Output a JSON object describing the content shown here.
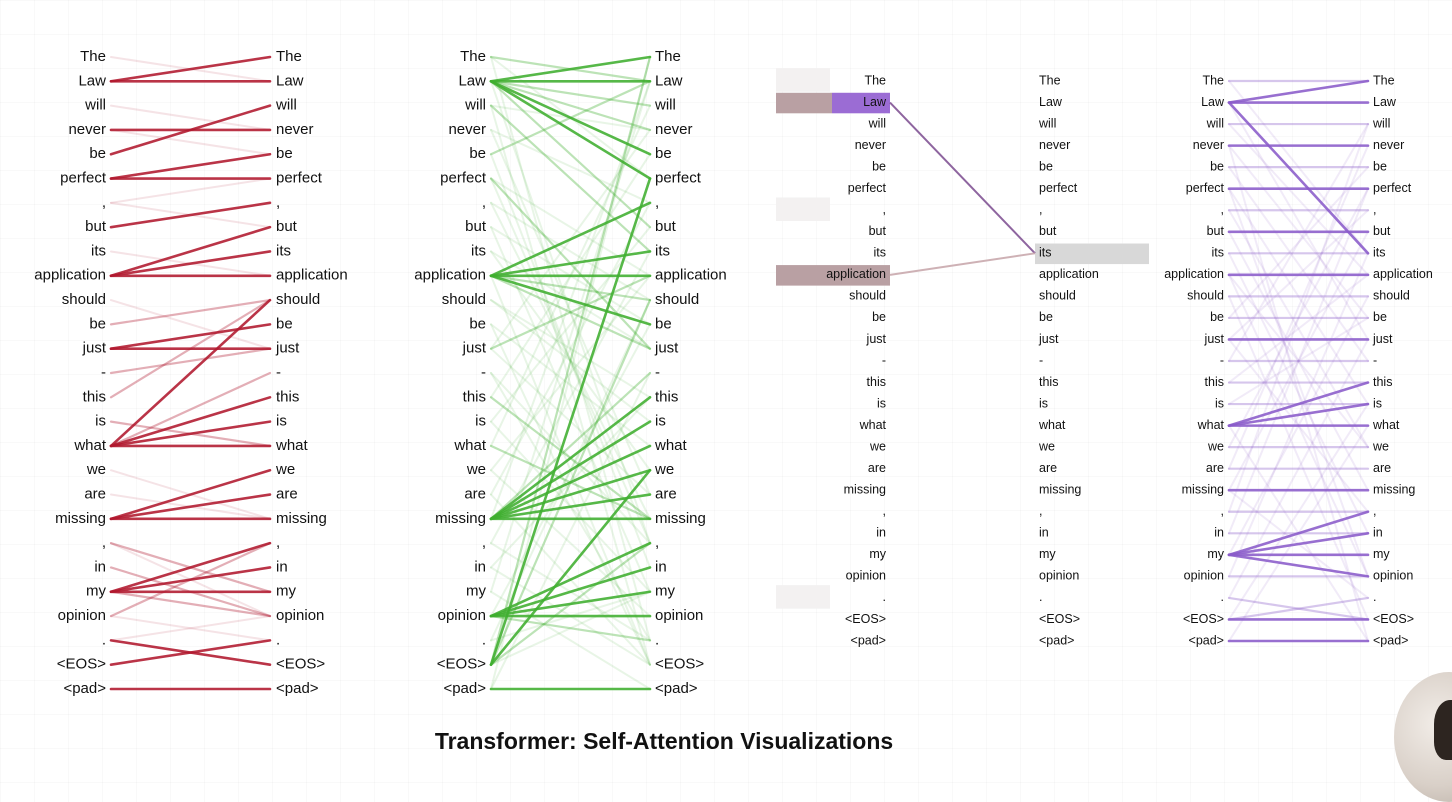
{
  "tokens": [
    "The",
    "Law",
    "will",
    "never",
    "be",
    "perfect",
    ",",
    "but",
    "its",
    "application",
    "should",
    "be",
    "just",
    "-",
    "this",
    "is",
    "what",
    "we",
    "are",
    "missing",
    ",",
    "in",
    "my",
    "opinion",
    ".",
    "<EOS>",
    "<pad>"
  ],
  "caption": "Transformer: Self-Attention Visualizations",
  "colors": {
    "red": "#b0182e",
    "green": "#3fae2f",
    "purple": "#8a5bc9",
    "highlight_purple": "#9b6cd4",
    "highlight_mauve": "#b9a0a3",
    "highlight_gray": "#d8d8d8",
    "mauve_line": "#c9a9ad"
  },
  "panels": [
    {
      "name": "panel-red",
      "color": "red",
      "strong": [
        [
          1,
          0
        ],
        [
          1,
          1
        ],
        [
          4,
          2
        ],
        [
          3,
          3
        ],
        [
          5,
          4
        ],
        [
          5,
          5
        ],
        [
          9,
          7
        ],
        [
          7,
          6
        ],
        [
          9,
          8
        ],
        [
          9,
          9
        ],
        [
          12,
          11
        ],
        [
          12,
          12
        ],
        [
          16,
          14
        ],
        [
          16,
          15
        ],
        [
          16,
          16
        ],
        [
          16,
          10
        ],
        [
          19,
          17
        ],
        [
          19,
          18
        ],
        [
          19,
          19
        ],
        [
          22,
          20
        ],
        [
          22,
          21
        ],
        [
          22,
          22
        ],
        [
          25,
          24
        ],
        [
          24,
          25
        ],
        [
          26,
          26
        ]
      ],
      "medium": [
        [
          11,
          10
        ],
        [
          14,
          10
        ],
        [
          16,
          13
        ],
        [
          22,
          23
        ],
        [
          23,
          20
        ],
        [
          21,
          23
        ],
        [
          13,
          12
        ],
        [
          15,
          16
        ],
        [
          20,
          22
        ]
      ],
      "faint": [
        [
          2,
          3
        ],
        [
          6,
          7
        ],
        [
          8,
          9
        ],
        [
          10,
          12
        ],
        [
          17,
          19
        ],
        [
          18,
          19
        ],
        [
          20,
          23
        ],
        [
          24,
          23
        ],
        [
          23,
          24
        ],
        [
          3,
          4
        ],
        [
          0,
          1
        ],
        [
          6,
          5
        ]
      ]
    },
    {
      "name": "panel-green",
      "color": "green",
      "strong": [
        [
          1,
          0
        ],
        [
          1,
          4
        ],
        [
          1,
          5
        ],
        [
          1,
          1
        ],
        [
          9,
          8
        ],
        [
          9,
          9
        ],
        [
          9,
          11
        ],
        [
          9,
          6
        ],
        [
          19,
          14
        ],
        [
          19,
          15
        ],
        [
          19,
          16
        ],
        [
          19,
          17
        ],
        [
          19,
          18
        ],
        [
          19,
          19
        ],
        [
          23,
          20
        ],
        [
          23,
          21
        ],
        [
          23,
          22
        ],
        [
          23,
          23
        ],
        [
          25,
          5
        ],
        [
          25,
          17
        ],
        [
          26,
          26
        ]
      ],
      "medium": [
        [
          1,
          2
        ],
        [
          1,
          3
        ],
        [
          1,
          7
        ],
        [
          9,
          10
        ],
        [
          9,
          12
        ],
        [
          19,
          13
        ],
        [
          23,
          24
        ],
        [
          25,
          10
        ],
        [
          25,
          0
        ],
        [
          25,
          20
        ],
        [
          0,
          1
        ],
        [
          4,
          1
        ],
        [
          12,
          9
        ],
        [
          16,
          19
        ],
        [
          14,
          19
        ],
        [
          2,
          8
        ],
        [
          5,
          12
        ]
      ],
      "faint": [
        [
          0,
          5
        ],
        [
          2,
          3
        ],
        [
          3,
          6
        ],
        [
          5,
          9
        ],
        [
          6,
          10
        ],
        [
          7,
          11
        ],
        [
          8,
          12
        ],
        [
          10,
          14
        ],
        [
          11,
          16
        ],
        [
          12,
          18
        ],
        [
          13,
          20
        ],
        [
          15,
          22
        ],
        [
          17,
          23
        ],
        [
          18,
          25
        ],
        [
          20,
          24
        ],
        [
          21,
          25
        ],
        [
          22,
          26
        ],
        [
          24,
          22
        ],
        [
          0,
          24
        ],
        [
          2,
          25
        ],
        [
          4,
          21
        ],
        [
          6,
          19
        ],
        [
          8,
          17
        ],
        [
          10,
          15
        ],
        [
          12,
          3
        ],
        [
          14,
          4
        ],
        [
          16,
          2
        ],
        [
          18,
          6
        ],
        [
          20,
          8
        ],
        [
          22,
          1
        ],
        [
          24,
          10
        ],
        [
          3,
          18
        ],
        [
          5,
          20
        ],
        [
          7,
          22
        ],
        [
          11,
          25
        ],
        [
          13,
          24
        ],
        [
          15,
          7
        ],
        [
          17,
          9
        ],
        [
          21,
          14
        ],
        [
          23,
          11
        ],
        [
          26,
          0
        ],
        [
          26,
          13
        ],
        [
          1,
          20
        ],
        [
          9,
          25
        ],
        [
          19,
          1
        ],
        [
          25,
          22
        ]
      ]
    },
    {
      "name": "panel-purple",
      "color": "purple",
      "strong": [
        [
          1,
          0
        ],
        [
          1,
          1
        ],
        [
          1,
          8
        ],
        [
          3,
          3
        ],
        [
          5,
          5
        ],
        [
          7,
          7
        ],
        [
          9,
          9
        ],
        [
          12,
          12
        ],
        [
          16,
          14
        ],
        [
          16,
          15
        ],
        [
          16,
          16
        ],
        [
          19,
          19
        ],
        [
          22,
          20
        ],
        [
          22,
          21
        ],
        [
          22,
          22
        ],
        [
          22,
          23
        ],
        [
          25,
          25
        ],
        [
          26,
          26
        ]
      ],
      "medium": [
        [
          0,
          0
        ],
        [
          2,
          2
        ],
        [
          4,
          4
        ],
        [
          8,
          8
        ],
        [
          10,
          10
        ],
        [
          11,
          11
        ],
        [
          14,
          14
        ],
        [
          15,
          15
        ],
        [
          17,
          17
        ],
        [
          18,
          18
        ],
        [
          21,
          21
        ],
        [
          23,
          23
        ],
        [
          24,
          25
        ],
        [
          25,
          24
        ],
        [
          13,
          13
        ],
        [
          20,
          20
        ],
        [
          6,
          6
        ]
      ],
      "faint": [
        [
          0,
          8
        ],
        [
          2,
          9
        ],
        [
          3,
          11
        ],
        [
          4,
          13
        ],
        [
          5,
          15
        ],
        [
          6,
          17
        ],
        [
          7,
          19
        ],
        [
          8,
          21
        ],
        [
          9,
          23
        ],
        [
          10,
          25
        ],
        [
          11,
          4
        ],
        [
          12,
          6
        ],
        [
          13,
          2
        ],
        [
          14,
          9
        ],
        [
          15,
          11
        ],
        [
          17,
          5
        ],
        [
          18,
          3
        ],
        [
          19,
          7
        ],
        [
          20,
          2
        ],
        [
          21,
          5
        ],
        [
          23,
          8
        ],
        [
          24,
          12
        ],
        [
          25,
          15
        ],
        [
          26,
          16
        ],
        [
          16,
          26
        ],
        [
          22,
          10
        ],
        [
          19,
          24
        ],
        [
          1,
          12
        ],
        [
          9,
          17
        ],
        [
          12,
          20
        ],
        [
          5,
          23
        ],
        [
          3,
          26
        ]
      ]
    }
  ],
  "focus_panel": {
    "name": "panel-focus",
    "query_token_index": 8,
    "links": [
      {
        "from": 1,
        "to": 8,
        "color": "purple",
        "opacity": 0.85
      },
      {
        "from": 9,
        "to": 8,
        "color": "mauve",
        "opacity": 0.9
      }
    ],
    "left_highlights": [
      {
        "token": 1,
        "bar": "mauve",
        "label": "purple"
      },
      {
        "token": 9,
        "bar": "mauve",
        "label": "mauve"
      }
    ],
    "right_highlight": 8
  }
}
